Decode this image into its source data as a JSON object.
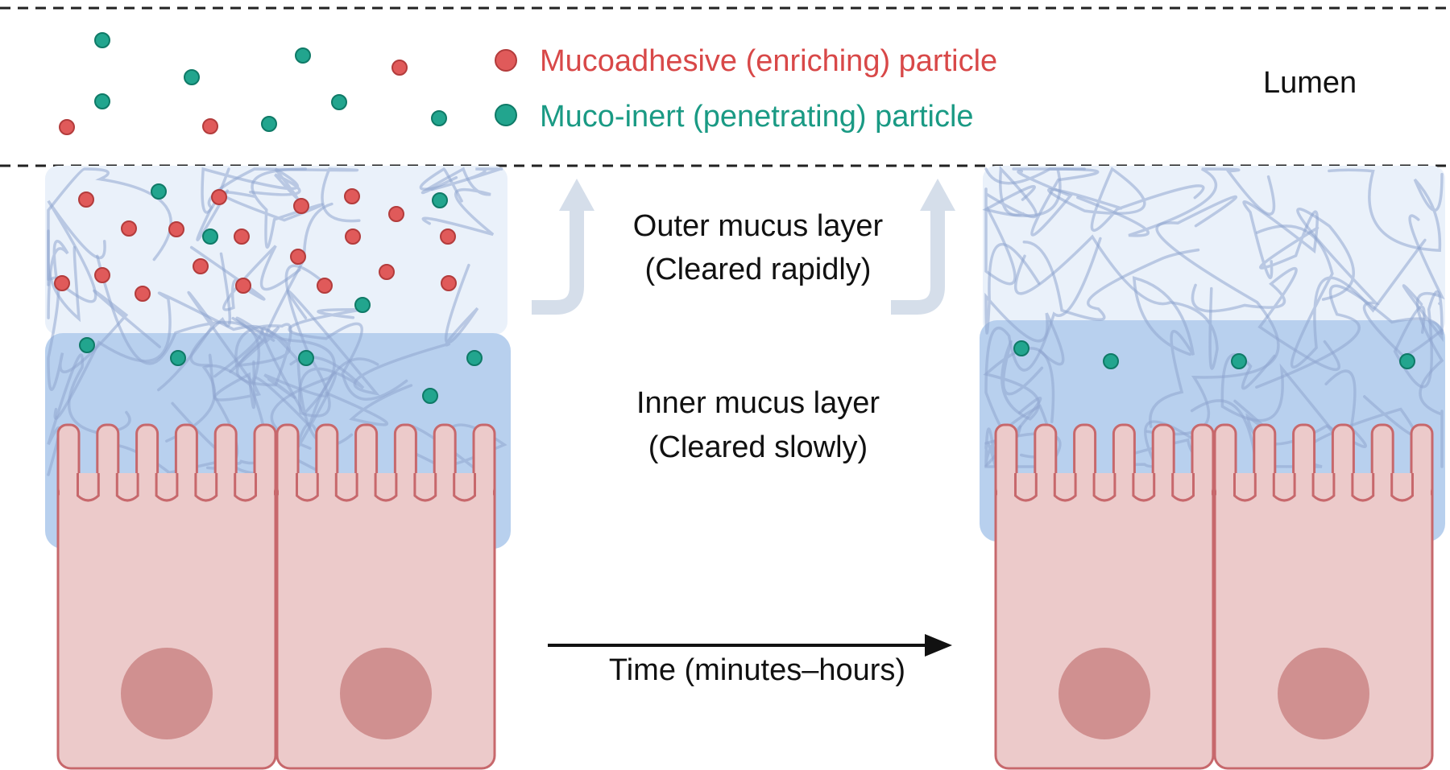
{
  "legend": {
    "mucoadhesive_label": "Mucoadhesive (enriching) particle",
    "mucoinert_label": "Muco-inert (penetrating) particle"
  },
  "lumen_label": "Lumen",
  "outer_layer": {
    "line1": "Outer mucus layer",
    "line2": "(Cleared rapidly)"
  },
  "inner_layer": {
    "line1": "Inner mucus layer",
    "line2": "(Cleared slowly)"
  },
  "time_label": "Time (minutes–hours)",
  "colors": {
    "mucoadhesive": "#e05a5a",
    "mucoinert": "#22a58e",
    "outer_mucus": "#eaf1fa",
    "inner_mucus": "#b8d0ee",
    "mucin_fiber": "#8fa6cf",
    "cell_fill": "#eccaca",
    "cell_stroke": "#c7686c",
    "nucleus": "#d09090",
    "clearance_arrow": "#d5deea",
    "time_arrow": "#111111"
  }
}
